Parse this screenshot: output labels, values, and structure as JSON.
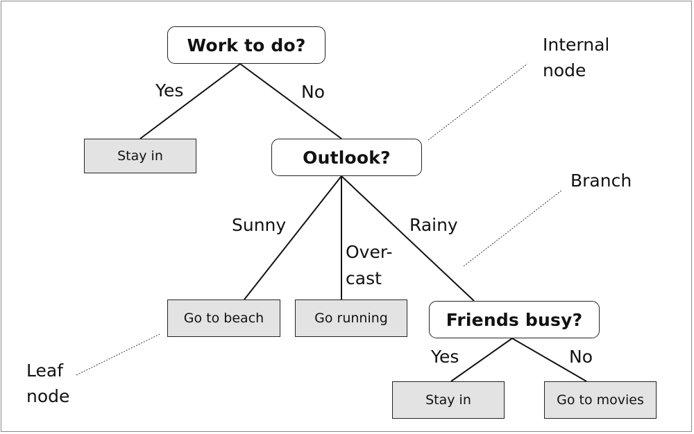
{
  "nodes": {
    "root": "Work to do?",
    "stay_in_1": "Stay in",
    "outlook": "Outlook?",
    "beach": "Go to beach",
    "running": "Go running",
    "friends": "Friends busy?",
    "stay_in_2": "Stay in",
    "movies": "Go to movies"
  },
  "branches": {
    "root_yes": "Yes",
    "root_no": "No",
    "sunny": "Sunny",
    "overcast_line1": "Over-",
    "overcast_line2": "cast",
    "rainy": "Rainy",
    "friends_yes": "Yes",
    "friends_no": "No"
  },
  "annotations": {
    "internal_line1": "Internal",
    "internal_line2": "node",
    "branch": "Branch",
    "leaf_line1": "Leaf",
    "leaf_line2": "node"
  },
  "colors": {
    "leaf_fill": "#e3e3e3",
    "decision_fill": "#ffffff",
    "stroke": "#222222"
  }
}
